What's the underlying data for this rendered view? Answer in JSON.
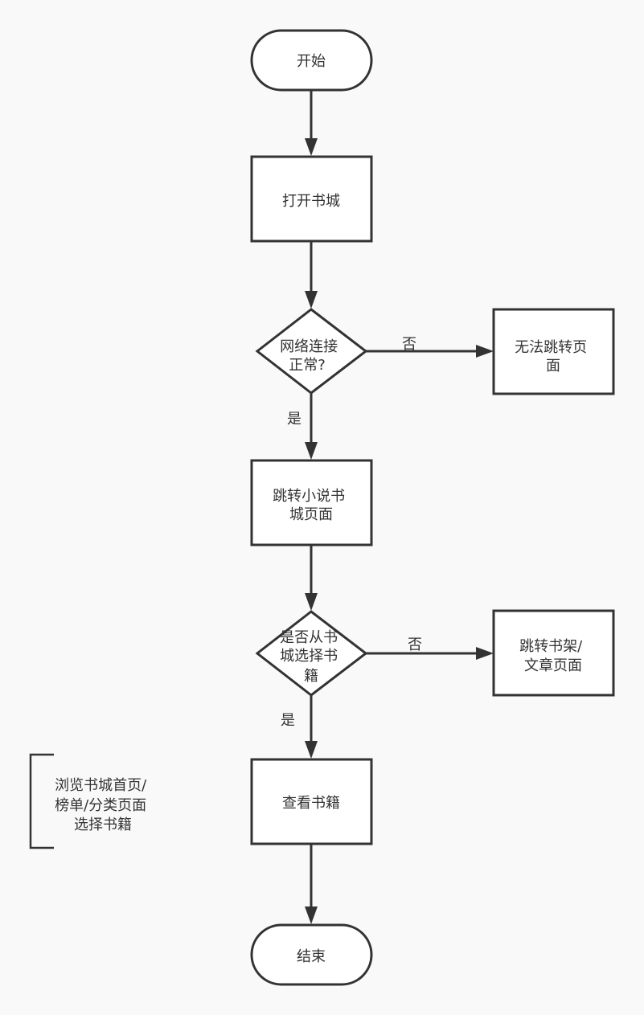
{
  "nodes": {
    "start": {
      "text": "开始"
    },
    "open_store": {
      "text": "打开书城"
    },
    "network_ok": {
      "lines": [
        "网络连接",
        "正常?"
      ]
    },
    "cannot_jump": {
      "lines": [
        "无法跳转页",
        "面"
      ]
    },
    "jump_store": {
      "lines": [
        "跳转小说书",
        "城页面"
      ]
    },
    "choose_from_store": {
      "lines": [
        "是否从书",
        "城选择书",
        "籍"
      ]
    },
    "jump_shelf": {
      "lines": [
        "跳转书架/",
        "文章页面"
      ]
    },
    "view_book": {
      "text": "查看书籍"
    },
    "end": {
      "text": "结束"
    }
  },
  "edges": {
    "network_no": {
      "label": "否"
    },
    "network_yes": {
      "label": "是"
    },
    "choose_no": {
      "label": "否"
    },
    "choose_yes": {
      "label": "是"
    }
  },
  "note": {
    "lines": [
      "浏览书城首页/",
      "榜单/分类页面",
      "选择书籍"
    ]
  }
}
